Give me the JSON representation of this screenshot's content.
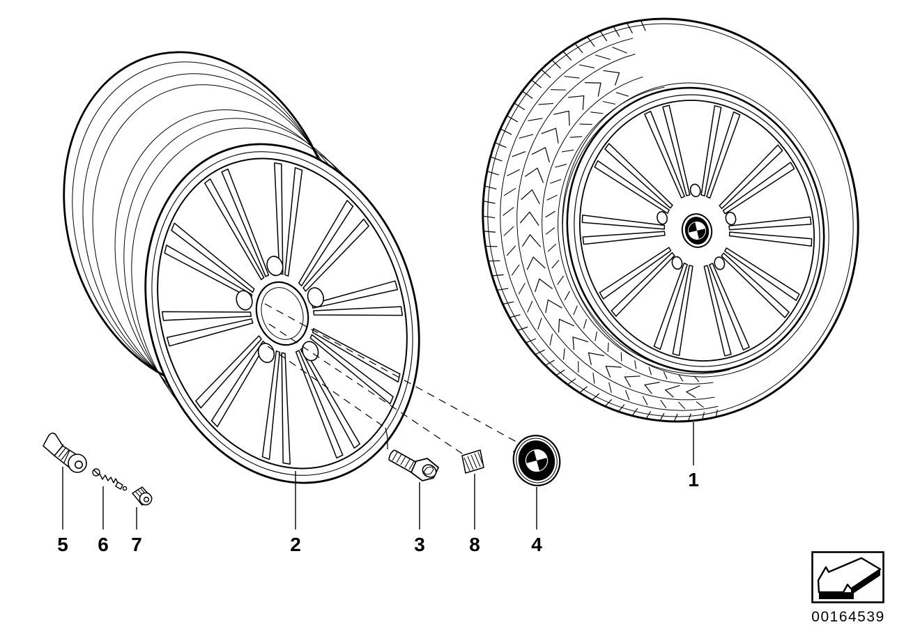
{
  "colors": {
    "ink": "#000000",
    "background": "#ffffff"
  },
  "callouts": [
    {
      "label": "1",
      "part": "complete-wheel-with-tire"
    },
    {
      "label": "2",
      "part": "light-alloy-rim"
    },
    {
      "label": "3",
      "part": "wheel-bolt"
    },
    {
      "label": "4",
      "part": "hub-cap"
    },
    {
      "label": "5",
      "part": "tire-valve"
    },
    {
      "label": "6",
      "part": "valve-insert"
    },
    {
      "label": "7",
      "part": "valve-cap"
    },
    {
      "label": "8",
      "part": "balance-weight"
    }
  ],
  "stamp": {
    "number": "00164539",
    "icon": "corner-arrow-icon"
  }
}
